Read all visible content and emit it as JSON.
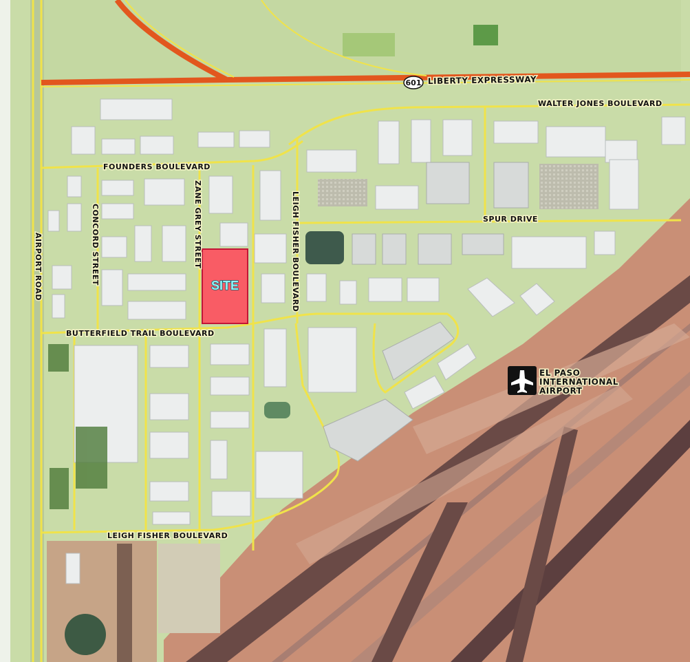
{
  "map": {
    "highway_shield": "601",
    "roads": {
      "liberty_expressway": "LIBERTY EXPRESSWAY",
      "walter_jones": "WALTER JONES BOULEVARD",
      "founders": "FOUNDERS BOULEVARD",
      "spur_drive": "SPUR DRIVE",
      "concord_street": "CONCORD STREET",
      "zane_grey": "ZANE GREY STREET",
      "leigh_fisher_vertical": "LEIGH FISHER BOULEVARD",
      "airport_road": "AIRPORT ROAD",
      "butterfield_trail": "BUTTERFIELD TRAIL BOULEVARD",
      "leigh_fisher_bottom": "LEIGH FISHER BOULEVARD"
    },
    "site_label": "SITE",
    "airport": {
      "icon": "airplane-icon",
      "line1": "EL PASO",
      "line2": "INTERNATIONAL",
      "line3": "AIRPORT"
    },
    "colors": {
      "urban_tint": "#c9dca8",
      "airport_tint": "#c98f76",
      "site_fill": "#ff4f5e",
      "site_stroke": "#c2002a",
      "road_yellow": "#f0e34a",
      "expressway_red": "#e2571e",
      "site_text": "#8ff4f7"
    }
  }
}
